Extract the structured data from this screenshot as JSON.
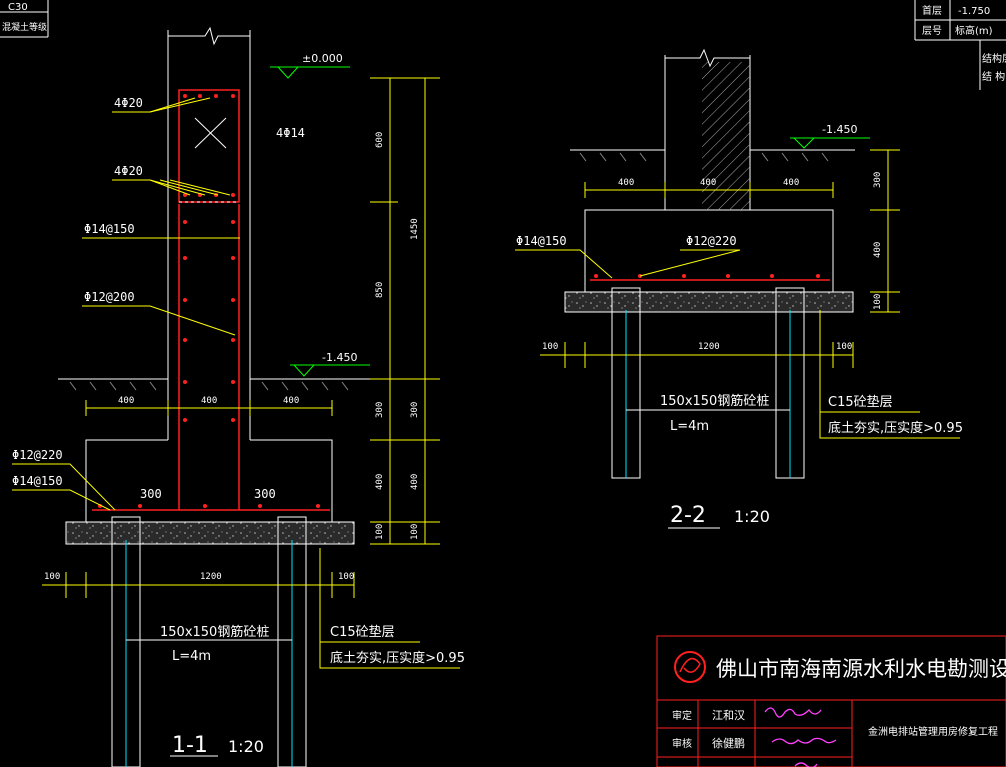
{
  "header_left": {
    "grade": "C30",
    "grade_label": "混凝土等级"
  },
  "header_right": {
    "row1_label": "首层",
    "row1_value": "-1.750",
    "row2_label": "层号",
    "row2_value": "标高(m)",
    "side1": "结构层高",
    "side2": "结 构 层"
  },
  "section1": {
    "elev_top": "±0.000",
    "elev_ground": "-1.450",
    "rebar_top_1": "4Φ20",
    "rebar_side": "4Φ14",
    "rebar_top_2": "4Φ20",
    "stirrup_1": "Φ14@150",
    "stirrup_2": "Φ12@200",
    "base_rebar_1": "Φ12@220",
    "base_rebar_2": "Φ14@150",
    "hook_left": "300",
    "hook_right": "300",
    "dim_wall": [
      "400",
      "400",
      "400"
    ],
    "dim_vert": [
      "600",
      "850",
      "1450",
      "300",
      "400",
      "100",
      "300",
      "400",
      "100"
    ],
    "dim_pile": [
      "100",
      "1200",
      "100"
    ],
    "pile_label": "150x150钢筋砼桩",
    "pile_length": "L=4m",
    "cushion_label": "C15砼垫层",
    "soil_label": "底土夯实,压实度>0.95",
    "title": "1-1",
    "scale": "1:20"
  },
  "section2": {
    "elev_ground": "-1.450",
    "dim_wall": [
      "400",
      "400",
      "400"
    ],
    "dim_vert": [
      "300",
      "400",
      "100"
    ],
    "dim_pile": [
      "100",
      "1200",
      "100"
    ],
    "rebar_1": "Φ14@150",
    "rebar_2": "Φ12@220",
    "pile_label": "150x150钢筋砼桩",
    "pile_length": "L=4m",
    "cushion_label": "C15砼垫层",
    "soil_label": "底土夯实,压实度>0.95",
    "title": "2-2",
    "scale": "1:20"
  },
  "title_block": {
    "company": "佛山市南海南源水利水电勘测设计院有限公司",
    "row1_role": "审定",
    "row1_name": "江和汉",
    "row2_role": "审核",
    "row2_name": "徐健鹏",
    "project": "金洲电排站管理用房修复工程"
  },
  "colors": {
    "bg": "#000000",
    "white": "#ffffff",
    "yellow": "#ffff00",
    "red": "#ff2020",
    "green": "#00ff00",
    "cyan": "#00e5ff",
    "magenta": "#ff40ff"
  }
}
